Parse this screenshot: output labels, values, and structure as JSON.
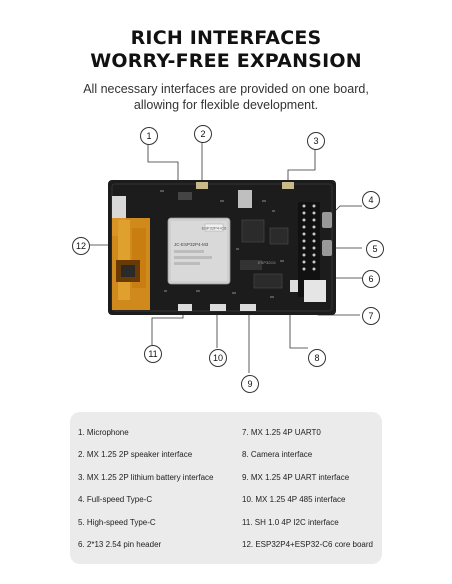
{
  "header": {
    "title_line1": "RICH INTERFACES",
    "title_line2": "WORRY-FREE EXPANSION",
    "subtitle_line1": "All necessary interfaces are provided on one board,",
    "subtitle_line2": "allowing for flexible development."
  },
  "board": {
    "callouts": [
      "1",
      "2",
      "3",
      "4",
      "5",
      "6",
      "7",
      "8",
      "9",
      "10",
      "11",
      "12"
    ],
    "module_brand": "ESP32P4+C6",
    "module_model": "JC-ESP32P4-M3",
    "board_text": "ESP32C6"
  },
  "interfaces": {
    "left": [
      "1. Microphone",
      "2. MX 1.25 2P speaker interface",
      "3. MX 1.25 2P lithium battery interface",
      "4. Full-speed Type-C",
      "5. High-speed Type-C",
      "6. 2*13 2.54 pin header"
    ],
    "right": [
      "7. MX 1.25 4P UART0",
      "8. Camera interface",
      "9. MX 1.25 4P UART interface",
      "10. MX 1.25 4P 485 interface",
      "11. SH 1.0 4P I2C interface",
      "12. ESP32P4+ESP32-C6 core board"
    ]
  },
  "colors": {
    "pcb": "#1c1c1c",
    "flex_cable": "#d98f1c",
    "table_bg": "#ebebeb"
  }
}
